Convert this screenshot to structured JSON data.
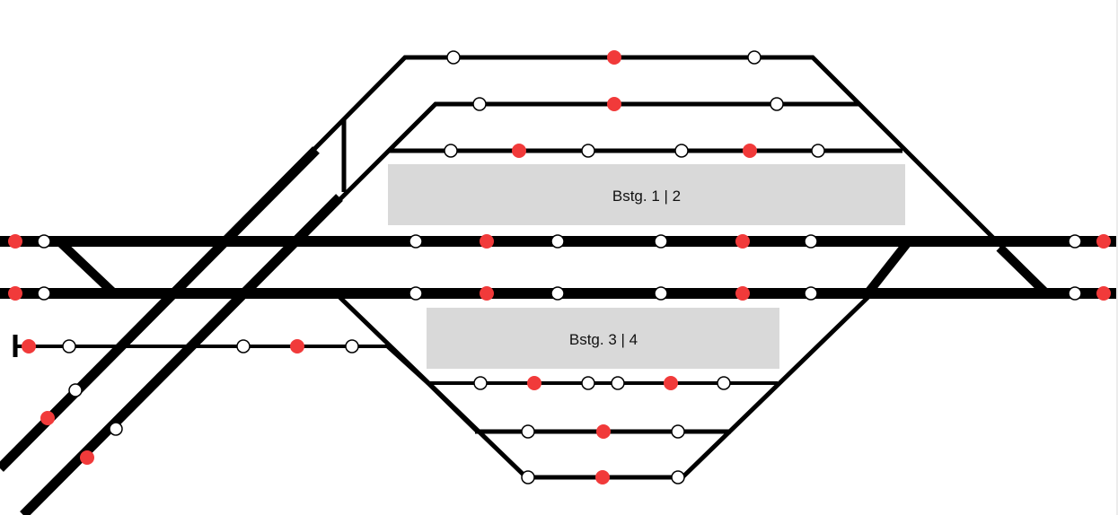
{
  "colors": {
    "track": "#000000",
    "platform": "#d9d9d9",
    "signal_red": "#f13a3a",
    "signal_white": "#ffffff",
    "signal_outline": "#000000"
  },
  "platforms": [
    {
      "label": "Bstg. 1 | 2"
    },
    {
      "label": "Bstg. 3 | 4"
    }
  ],
  "signals": {
    "red": "red signal",
    "white": "white signal"
  }
}
